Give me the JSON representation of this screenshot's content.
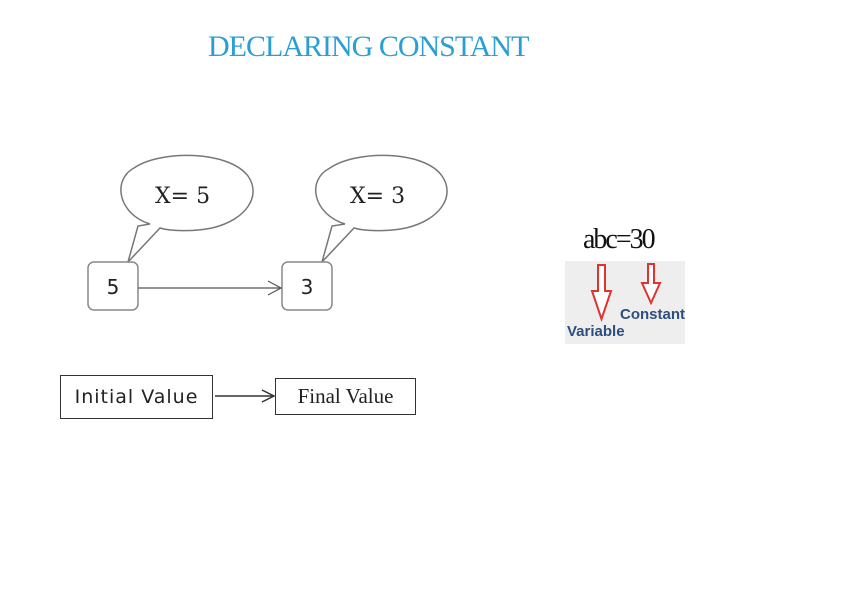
{
  "title": "DECLARING CONSTANT",
  "diagram": {
    "bubble_left": "X= 5",
    "bubble_right": "X= 3",
    "box_left_value": "5",
    "box_right_value": "3",
    "initial_label": "Initial Value",
    "final_label": "Final Value"
  },
  "example": {
    "expression": "abc=30",
    "variable_label": "Variable",
    "constant_label": "Constant"
  },
  "colors": {
    "title": "#2a9fd6",
    "arrow_red": "#e0332f",
    "label_blue": "#2e4e7e"
  }
}
